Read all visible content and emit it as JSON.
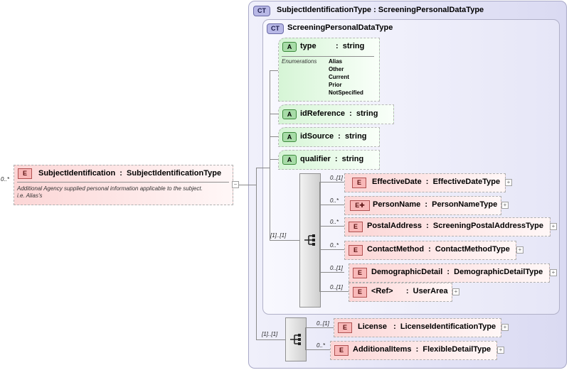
{
  "root": {
    "cardinality": "0..*",
    "badge": "E",
    "label": "SubjectIdentification  :  SubjectIdentificationType",
    "doc_line1": "Additional Agency supplied personal information applicable to the subject.",
    "doc_line2": "i.e. Alias's",
    "collapse": "−"
  },
  "outer_type": {
    "badge": "CT",
    "title": "SubjectIdentificationType  :  ScreeningPersonalDataType"
  },
  "inner_type": {
    "badge": "CT",
    "title": "ScreeningPersonalDataType"
  },
  "attributes": [
    {
      "badge": "A",
      "name": "type",
      "type": ":  string",
      "enum_label": "Enumerations",
      "enumerations": [
        "Alias",
        "Other",
        "Current",
        "Prior",
        "NotSpecified"
      ]
    },
    {
      "badge": "A",
      "label": "idReference  :  string"
    },
    {
      "badge": "A",
      "label": "idSource  :  string"
    },
    {
      "badge": "A",
      "label": "qualifier  :  string"
    }
  ],
  "inner_sequence": {
    "cardinality": "[1]..[1]",
    "elements": [
      {
        "card": "0..[1]",
        "badge": "E",
        "label": "EffectiveDate  :  EffectiveDateType",
        "expand": "+"
      },
      {
        "card": "0..*",
        "badge": "E✚",
        "label": "PersonName  :  PersonNameType",
        "expand": "+"
      },
      {
        "card": "0..*",
        "badge": "E",
        "label": "PostalAddress  :  ScreeningPostalAddressType",
        "expand": "+"
      },
      {
        "card": "0..*",
        "badge": "E",
        "label": "ContactMethod  :  ContactMethodType",
        "expand": "+"
      },
      {
        "card": "0..[1]",
        "badge": "E",
        "label": "DemographicDetail  :  DemographicDetailType",
        "expand": "+"
      },
      {
        "card": "0..[1]",
        "badge": "E",
        "label": "<Ref>      :  UserArea",
        "expand": "+"
      }
    ]
  },
  "outer_sequence": {
    "cardinality": "[1]..[1]",
    "elements": [
      {
        "card": "0..[1]",
        "badge": "E",
        "label": "License   :  LicenseIdentificationType",
        "expand": "+"
      },
      {
        "card": "0..*",
        "badge": "E",
        "label": "AdditionalItems  :  FlexibleDetailType",
        "expand": "+"
      }
    ]
  }
}
